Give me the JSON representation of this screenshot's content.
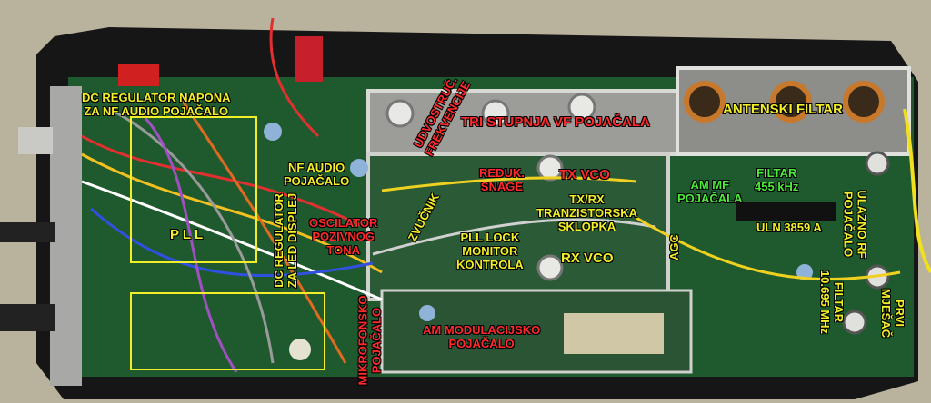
{
  "image": {
    "subject": "",
    "palette": {
      "pcb": "#1f5a2e",
      "metal": "#b8b6b0",
      "case": "#1a1a1a",
      "background": "#b9b29c",
      "label_yellow": "#f2ee2a",
      "label_red": "#ff2a2a",
      "label_green": "#4eea3a"
    }
  },
  "labels": {
    "dc_regulator_nf": "DC REGULATOR NAPONA\nZA NF AUDIO POJAČALO",
    "udvostrucivac": "UDVOSTRUČ.\nFREKVENCIJE",
    "tri_stupnja": "TRI STUPNJA VF POJAČALA",
    "antenski_filtar": "ANTENSKI FILTAR",
    "nf_audio": "NF AUDIO\nPOJAČALO",
    "dc_regulator_led": "DC REGULATOR\nZA LED DISPLEJ",
    "pll": "P L L",
    "oscilator": "OSCILATOR\nPOZIVNOG\nTONA",
    "zvucnik": "ZVUČNIK",
    "redukcija": "REDUK.\nSNAGE",
    "tx_vco": "TX VCO",
    "tx_rx": "TX/RX\nTRANZISTORSKA\nSKLOPKA",
    "pll_lock": "PLL LOCK\nMONITOR\nKONTROLA",
    "rx_vco": "RX VCO",
    "am_mf": "AM MF\nPOJAČALA",
    "filtar_455": "FILTAR\n455 kHz",
    "uln": "ULN 3859 A",
    "ulazno_rf": "ULAZNO RF\nPOJAČALO",
    "agc": "AGC",
    "filtar_10695": "FILTAR\n10.695 MHz",
    "prvi_mjesac": "PRVI\nMJEŠAČ",
    "mikrofonsko": "MIKROFONSKO\nPOJAČALO",
    "am_modulacijsko": "AM MODULACIJSKO\nPOJAČALO"
  }
}
